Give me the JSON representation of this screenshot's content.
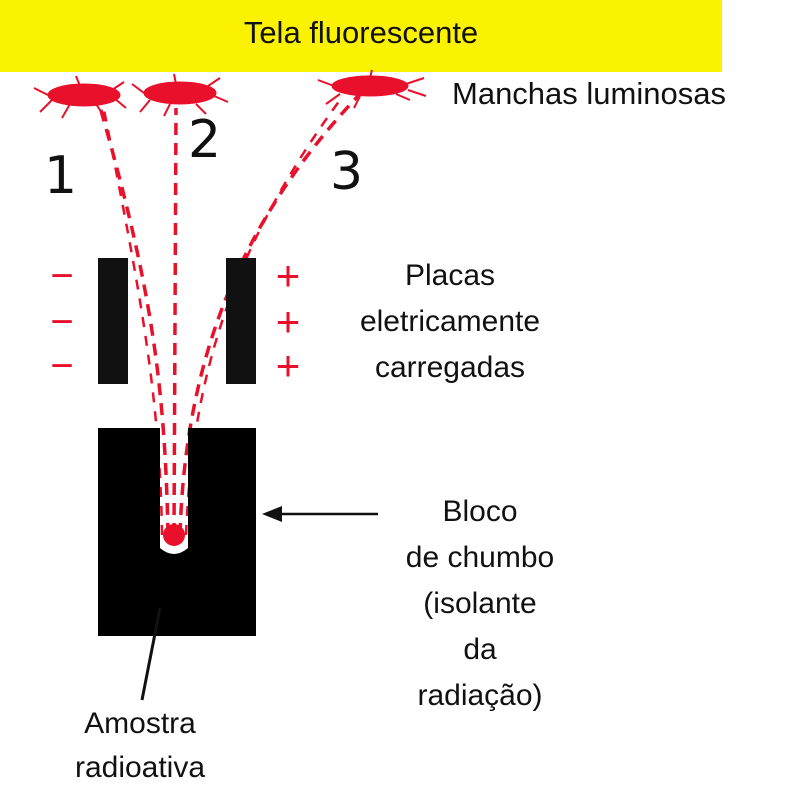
{
  "screen": {
    "label": "Tela fluorescente",
    "color": "#fbf200"
  },
  "spots": {
    "label": "Manchas luminosas",
    "color": "#e8102a"
  },
  "paths": {
    "numbers": [
      "1",
      "2",
      "3"
    ],
    "color": "#e8102a"
  },
  "plates": {
    "label_lines": [
      "Placas",
      "eletricamente",
      "carregadas"
    ],
    "negative_symbol": "−",
    "positive_symbol": "+",
    "color": "#111111"
  },
  "block": {
    "label_lines": [
      "Bloco",
      "de chumbo",
      "(isolante",
      "da",
      "radiação)"
    ],
    "color": "#000000"
  },
  "sample": {
    "label_lines": [
      "Amostra",
      "radioativa"
    ]
  }
}
